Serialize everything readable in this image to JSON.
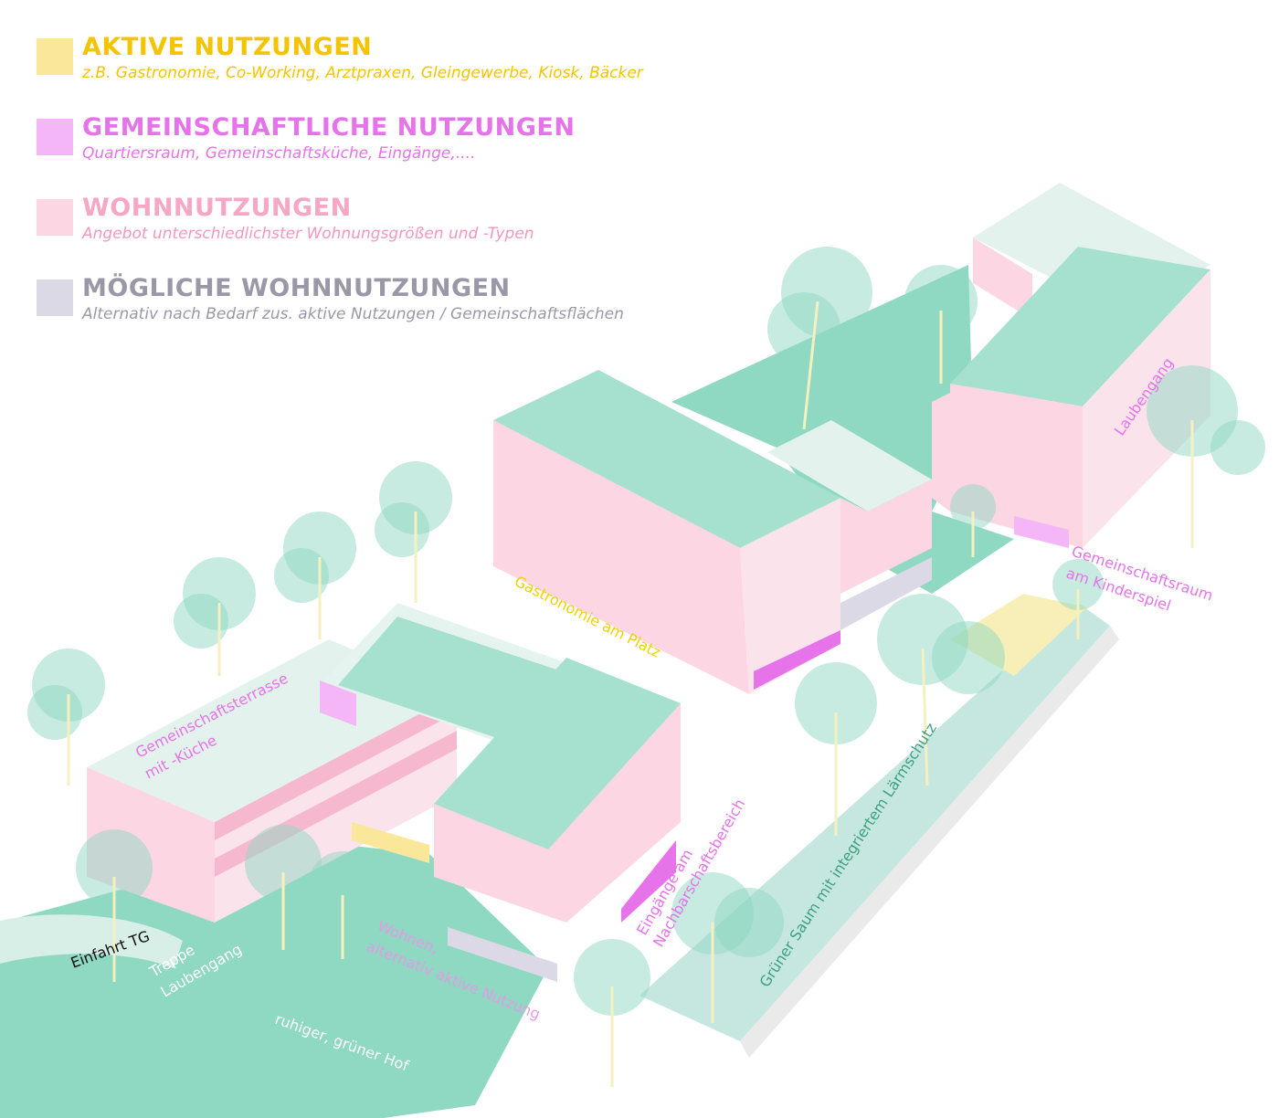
{
  "colors": {
    "aktive": "#f5d000",
    "aktive_swatch": "#fae79a",
    "gemein": "#e673ea",
    "gemein_swatch": "#f4b6f6",
    "wohn": "#f598b8",
    "wohn_swatch": "#fdd6e4",
    "moeglich": "#9a98a6",
    "moeglich_swatch": "#dcd9e7",
    "green": "#8fd8c2",
    "roof_stripe": "#8fd8c2",
    "light_green": "#dcefe7"
  },
  "legend": [
    {
      "key": "aktive",
      "title": "AKTIVE NUTZUNGEN",
      "desc": "z.B. Gastronomie, Co-Working, Arztpraxen, Gleingewerbe, Kiosk, Bäcker"
    },
    {
      "key": "gemein",
      "title": "GEMEINSCHAFTLICHE NUTZUNGEN",
      "desc": "Quartiersraum, Gemeinschaftsküche, Eingänge,...."
    },
    {
      "key": "wohn",
      "title": "WOHNNUTZUNGEN",
      "desc": "Angebot unterschiedlichster Wohnungsgrößen und -Typen"
    },
    {
      "key": "moeglich",
      "title": "MÖGLICHE WOHNNUTZUNGEN",
      "desc": "Alternativ nach Bedarf zus. aktive Nutzungen / Gemeinschaftsflächen"
    }
  ],
  "labels": {
    "laubengang": "Laubengang",
    "gemeinschaftsraum_1": "Gemeinschaftsraum",
    "gemeinschaftsraum_2": "am Kinderspiel",
    "gastronomie": "Gastronomie am Platz",
    "terrasse_1": "Gemeinschaftsterrasse",
    "terrasse_2": "mit -Küche",
    "eingaenge_1": "Eingänge am",
    "eingaenge_2": "Nachbarschaftsbereich",
    "saum": "Grüner Saum mit integriertem Lärmschutz",
    "wohnen_1": "Wohnen,",
    "wohnen_2": "alternativ aktive Nutzung",
    "einfahrt": "Einfahrt TG",
    "treppe_1": "Treppe",
    "treppe_2": "Laubengang",
    "hof": "ruhiger, grüner Hof"
  }
}
